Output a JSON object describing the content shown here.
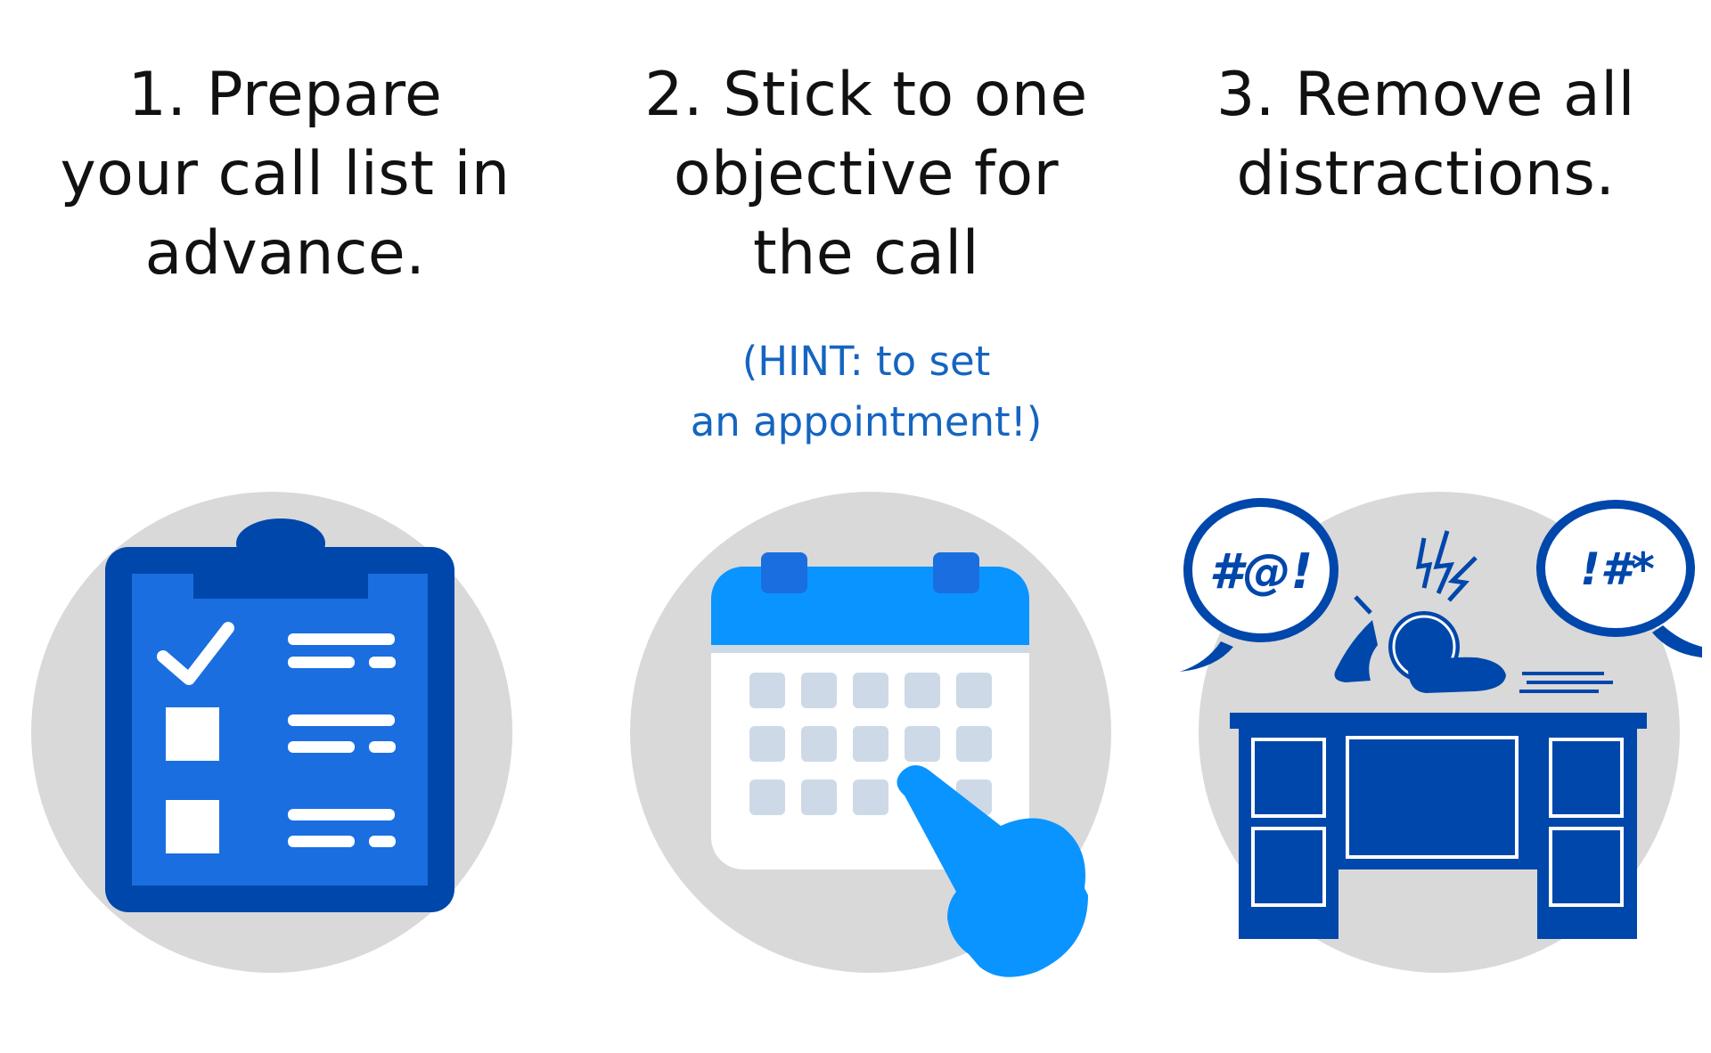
{
  "steps": [
    {
      "title": "1. Prepare\nyour call list in\nadvance."
    },
    {
      "title": "2. Stick to one\nobjective for\nthe call",
      "hint": "(HINT: to set\nan appointment!)"
    },
    {
      "title": "3. Remove all\ndistractions."
    }
  ],
  "speech_bubbles": {
    "left": "#@!",
    "right": "!#*"
  },
  "colors": {
    "circle": "#d9d9d9",
    "dark_blue": "#0047ab",
    "mid_blue": "#1a6ee0",
    "bright_blue": "#0a94ff",
    "calendar_cell": "#cdd9e6",
    "hint": "#1565c0"
  },
  "icons": {
    "step1": "clipboard-checklist-icon",
    "step2": "calendar-pointer-icon",
    "step3": "stressed-worker-icon"
  }
}
